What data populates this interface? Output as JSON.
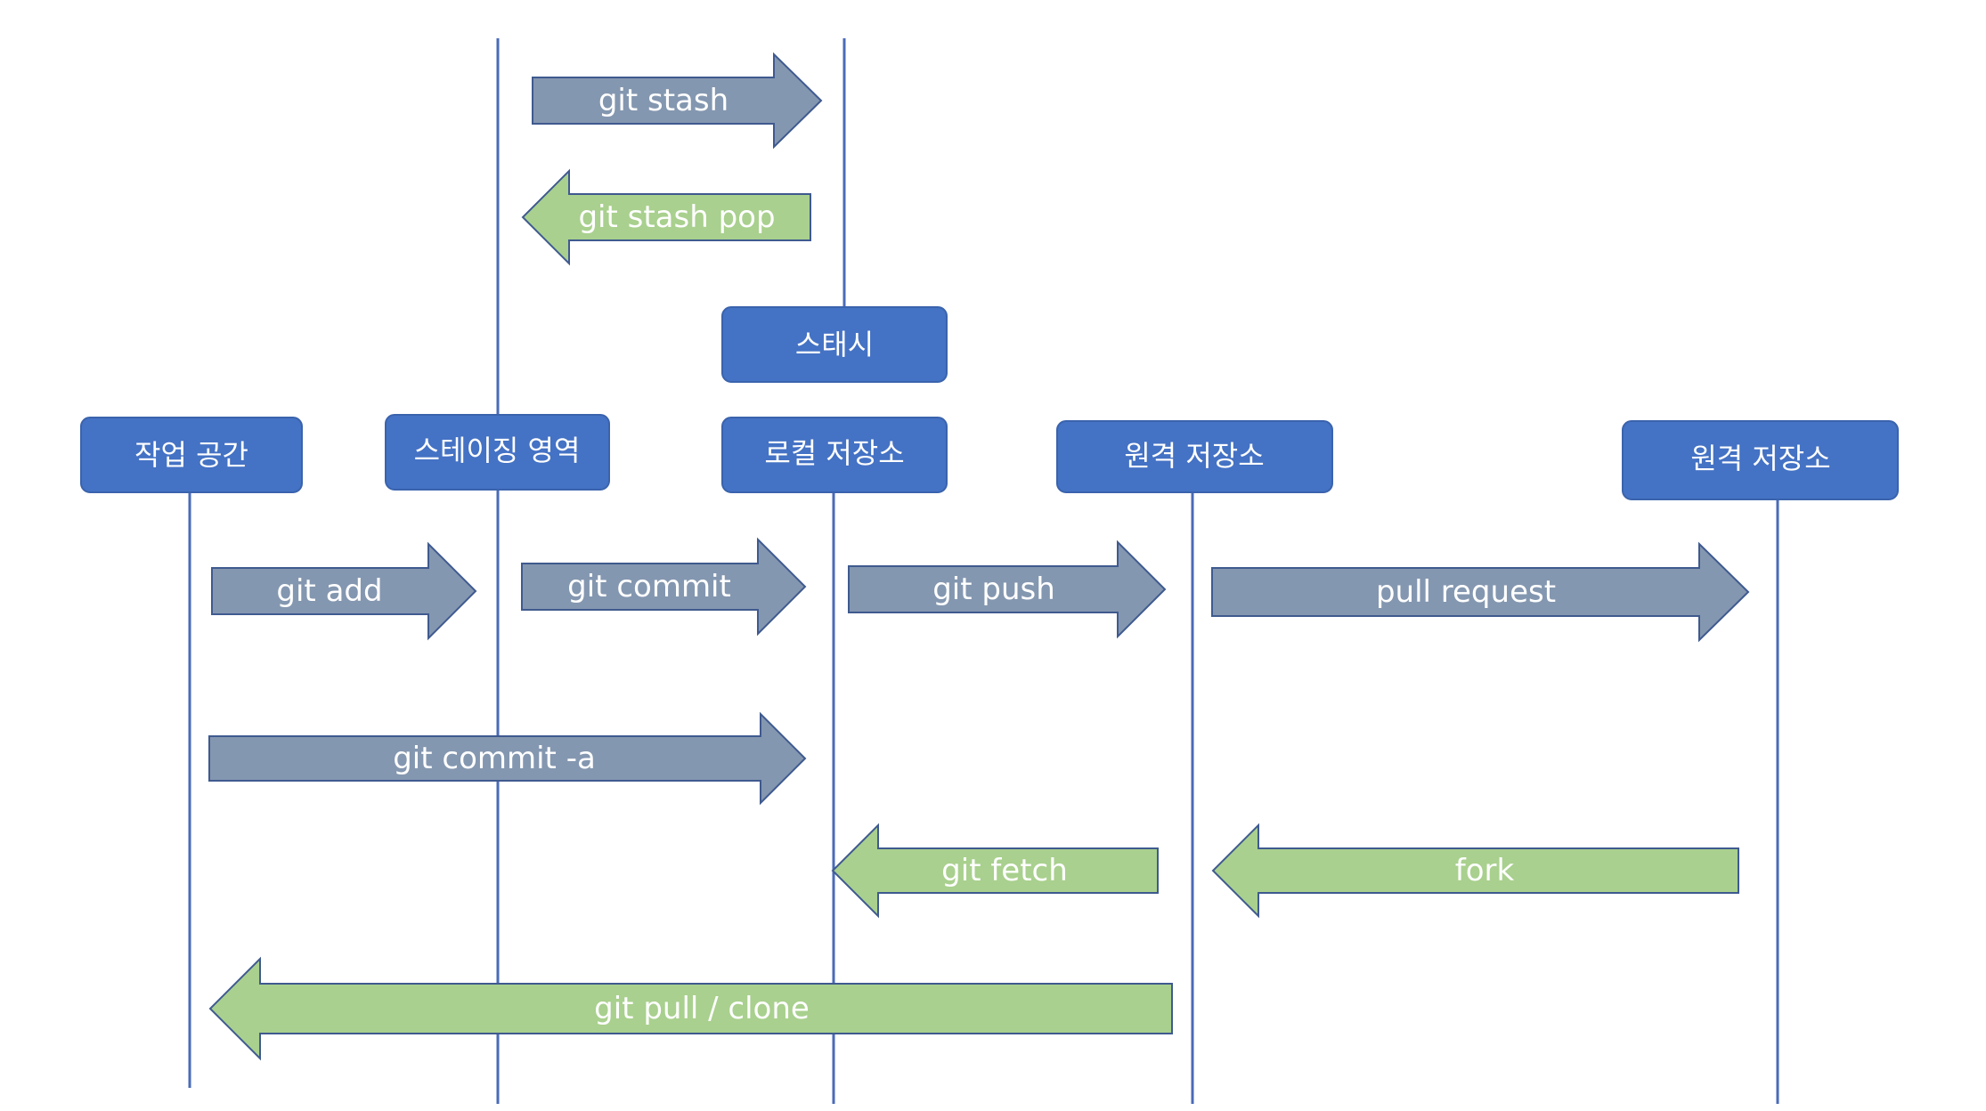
{
  "colors": {
    "box_fill": "#4472c4",
    "lane_line": "#4a6bb8",
    "forward_arrow": "#8497b0",
    "backward_arrow": "#a9d08e",
    "label_text": "#ffffff"
  },
  "nodes": {
    "stash": "스태시",
    "working_area": "작업 공간",
    "staging_area": "스테이징 영역",
    "local_repo": "로컬 저장소",
    "remote_repo": "원격 저장소",
    "remote_repo_2": "원격 저장소"
  },
  "arrows": {
    "git_stash": "git stash",
    "git_stash_pop": "git stash pop",
    "git_add": "git add",
    "git_commit": "git commit",
    "git_push": "git push",
    "pull_request": "pull request",
    "git_commit_a": "git commit -a",
    "git_fetch": "git fetch",
    "fork": "fork",
    "git_pull_clone": "git pull / clone"
  }
}
